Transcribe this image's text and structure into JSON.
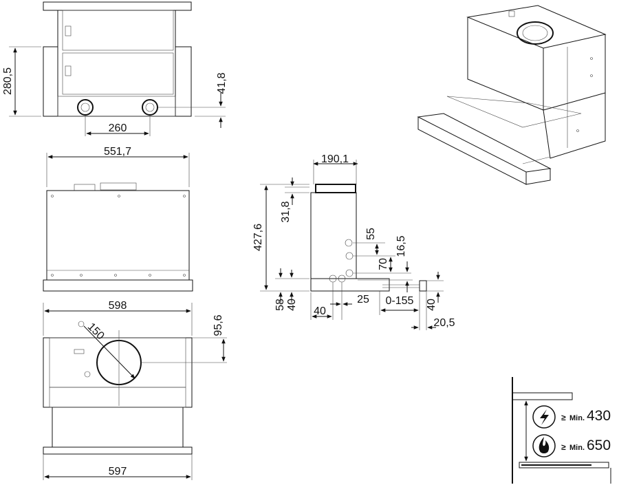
{
  "dimensions": {
    "front_height": "280,5",
    "front_duct_offset": "41,8",
    "front_duct_spacing": "260",
    "top_width_body": "551,7",
    "bottom_width_total": "598",
    "bottom_duct_offset": "95,6",
    "duct_diameter": "150",
    "bottom_width_base": "597",
    "side_depth": "190,1",
    "side_height": "427,6",
    "side_top_offset": "31,8",
    "side_55": "55",
    "side_16_5": "16,5",
    "side_70": "70",
    "side_58": "58",
    "side_40_left": "40",
    "side_40_bottom": "40",
    "side_25": "25",
    "side_extension": "0-155",
    "side_40_right": "40",
    "side_20_5": "20,5"
  },
  "min_clearance": {
    "ge_symbol": "≥",
    "min_label": "Min.",
    "electric_value": "430",
    "gas_value": "650",
    "electric_icon": "lightning-bolt-icon",
    "gas_icon": "gas-flame-icon"
  }
}
